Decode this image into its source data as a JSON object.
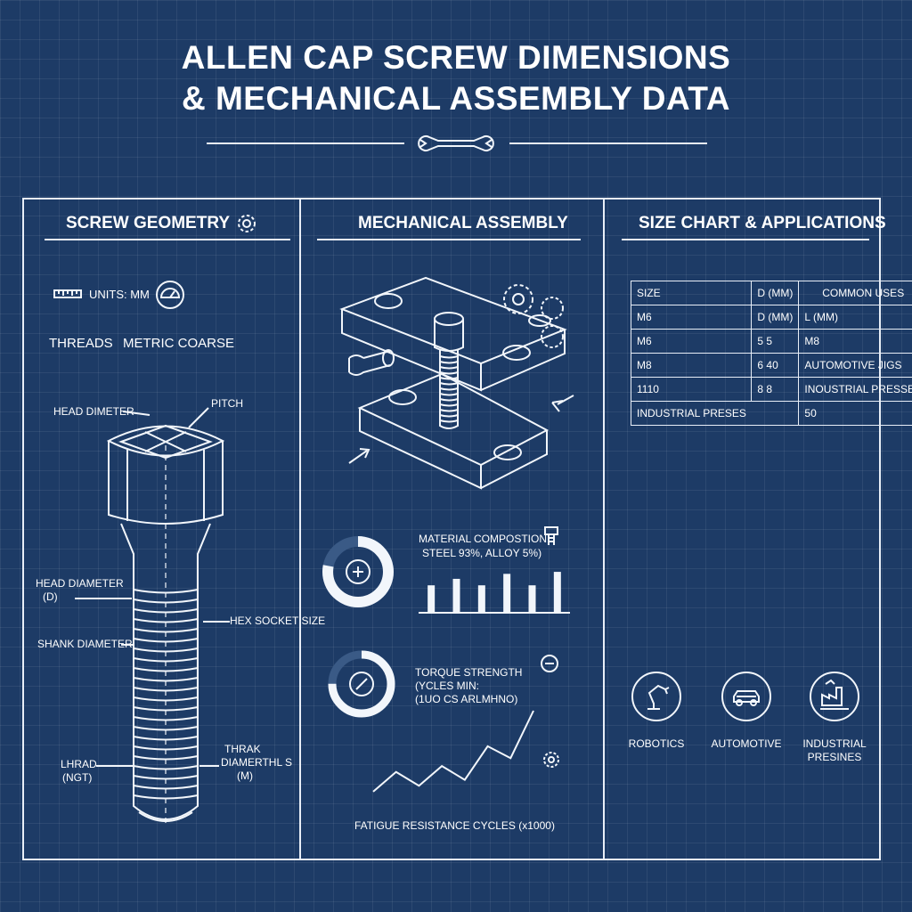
{
  "header": {
    "title_line1": "ALLEN CAP SCREW DIMENSIONS",
    "title_line2": "& MECHANICAL ASSEMBLY DATA",
    "divider_icon": "wrench-icon"
  },
  "geometry": {
    "title": "SCREW GEOMETRY",
    "title_icon": "gear-icon",
    "units": "UNITS: MM",
    "units_icon": "ruler-icon",
    "protractor_icon": "protractor-icon",
    "threads_label": "THREADS",
    "threads_value": "METRIC COARSE",
    "labels": {
      "head_diameter_top": "HEAD DIMETER",
      "pitch": "PITCH",
      "head_diameter_d_1": "HEAD DIAMETER",
      "head_diameter_d_2": "(D)",
      "hex_socket": "HEX SOCKET SIZE",
      "shank_diameter": "SHANK DIAMETER",
      "lhrad_1": "LHRAD",
      "lhrad_2": "(NGT)",
      "thrak_1": "THRAK",
      "thrak_2": "DIAMERTHL S",
      "thrak_3": "(M)"
    }
  },
  "assembly": {
    "title": "MECHANICAL ASSEMBLY",
    "material_title": "MATERIAL COMPOSTION:",
    "material_values": "STEEL 93%, ALLOY 5%)",
    "material_bars": [
      0.55,
      0.68,
      0.55,
      0.78,
      0.55,
      0.82
    ],
    "material_ring_fraction": 0.78,
    "torque_line1": "TORQUE STRENGTH",
    "torque_line2": "(YCLES MIN:",
    "torque_line3": "(1UO CS ARLMHNO)",
    "torque_ring_fraction": 0.75,
    "fatigue_label": "FATIGUE RESISTANCE CYCLES (x1000)",
    "fatigue_values": [
      1,
      3,
      1.6,
      3.6,
      2.2,
      5.6,
      4.4,
      9.2
    ]
  },
  "sizechart": {
    "title": "SIZE CHART & APPLICATIONS",
    "rows": [
      [
        "SIZE",
        "D (MM)",
        "COMMON USES"
      ],
      [
        "M6",
        "D (MM)",
        "L (MM)"
      ],
      [
        "M6",
        "5     5",
        "M8"
      ],
      [
        "M8",
        "6     40",
        "AUTOMOTIVE JIGS"
      ],
      [
        "1110",
        "8     8",
        "INOUSTRIAL PRESSES"
      ],
      [
        "INDUSTRIAL PRESES",
        "",
        "50"
      ]
    ],
    "apps": [
      {
        "label": "ROBOTICS",
        "icon": "robot-arm-icon"
      },
      {
        "label": "AUTOMOTIVE",
        "icon": "car-icon"
      },
      {
        "label": "INDUSTRIAL\nPRESINES",
        "icon": "factory-icon"
      }
    ]
  }
}
